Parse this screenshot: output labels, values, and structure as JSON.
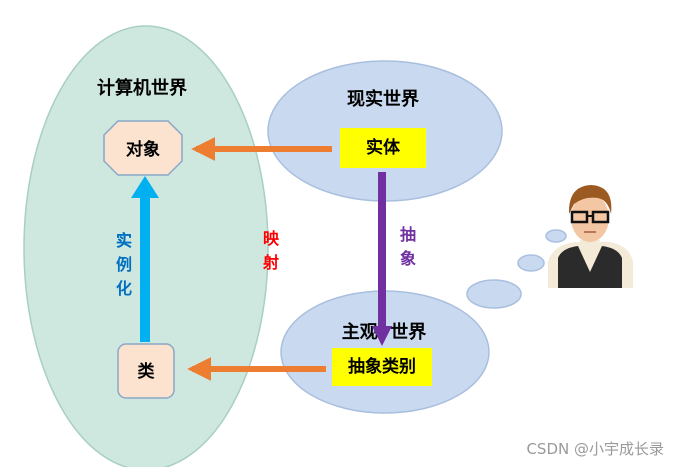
{
  "computer_world": {
    "title": "计算机世界",
    "object_label": "对象",
    "class_label": "类"
  },
  "real_world": {
    "title": "现实世界",
    "entity_label": "实体"
  },
  "subjective_world": {
    "title": "主观  世界",
    "category_label": "抽象类别"
  },
  "relations": {
    "instantiate_label": "实例化",
    "map_label": "映射",
    "abstract_label": "抽象"
  },
  "watermark": "CSDN @小宇成长录",
  "colors": {
    "computer_world_fill": "#cfe8df",
    "computer_world_stroke": "#a9cfc2",
    "bubble_fill": "#c9d9ef",
    "bubble_stroke": "#a9bfdf",
    "box_fill": "#fbe3cf",
    "box_stroke": "#8aa7c7",
    "highlight": "#ffff00",
    "orange_arrow": "#ed7d31",
    "blue_arrow": "#00b0f0",
    "purple_arrow": "#7030a0",
    "blue_text": "#0070c0",
    "red_text": "#ff0000",
    "purple_text": "#7030a0"
  },
  "icons": [
    "person-with-glasses-icon",
    "thought-bubble-icon"
  ]
}
